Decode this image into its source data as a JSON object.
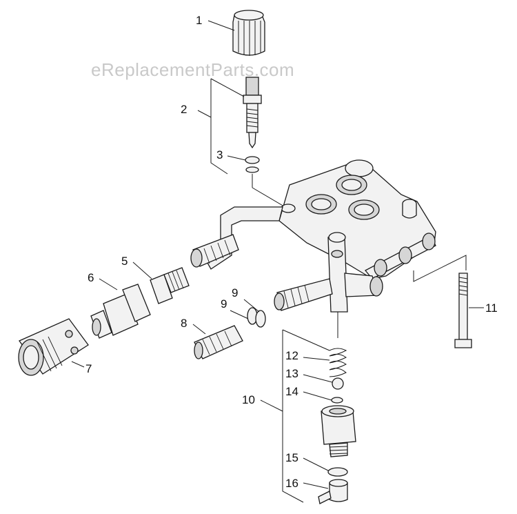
{
  "watermark": "eReplacementParts.com",
  "callouts": {
    "c1": "1",
    "c2": "2",
    "c3": "3",
    "c5": "5",
    "c6": "6",
    "c7": "7",
    "c8": "8",
    "c9a": "9",
    "c9b": "9",
    "c10": "10",
    "c11": "11",
    "c12": "12",
    "c13": "13",
    "c14": "14",
    "c15": "15",
    "c16": "16"
  }
}
